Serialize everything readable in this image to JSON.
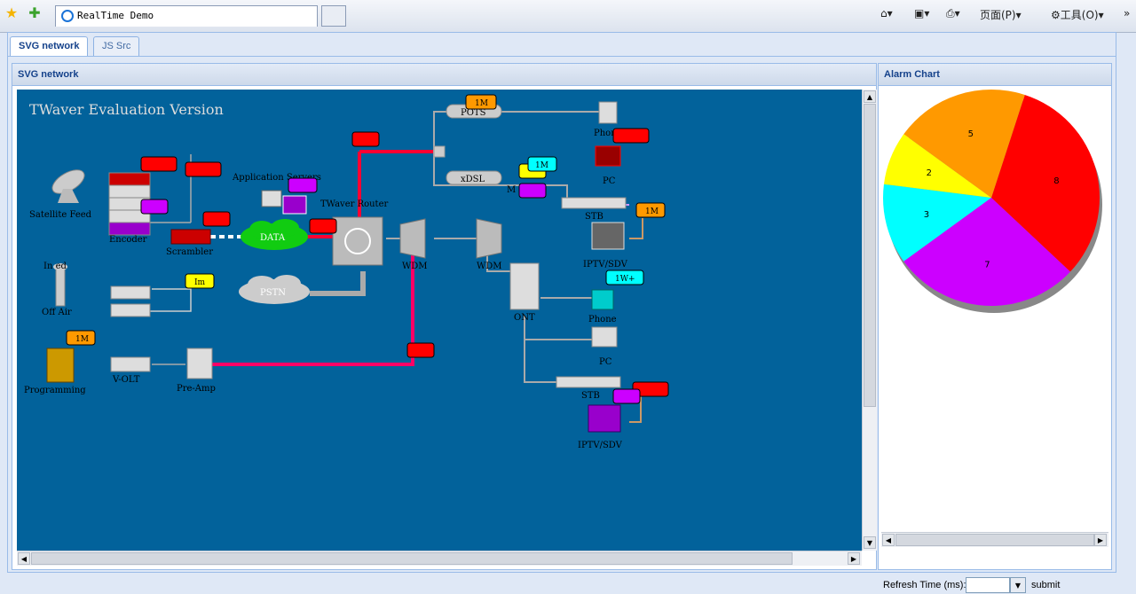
{
  "browser": {
    "tab_title": "RealTime Demo",
    "page_menu": "页面(P)",
    "tools_menu": "工具(O)",
    "overflow": "»"
  },
  "tabs": [
    {
      "label": "SVG network",
      "active": true
    },
    {
      "label": "JS Src",
      "active": false
    }
  ],
  "network_panel": {
    "title": "SVG network",
    "watermark": "TWaver Evaluation Version",
    "nodes": {
      "satellite": "Satellite Feed",
      "encoder": "Encoder",
      "scrambler": "Scrambler",
      "app_servers": "Application Servers",
      "router": "TWaver Router",
      "data_cloud": "DATA",
      "pstn_cloud": "PSTN",
      "off_air": "Off Air",
      "off_air_top": "In  ed",
      "programming": "Programming",
      "volt": "V-OLT",
      "preamp": "Pre-Amp",
      "pots": "POTS",
      "xdsl": "xDSL",
      "phone_top": "Phon",
      "pc_top": "PC",
      "stb_top": "STB",
      "iptv_top": "IPTV/SDV",
      "wdm1": "WDM",
      "wdm2": "WDM",
      "ont": "ONT",
      "phone2": "Phone",
      "pc2": "PC",
      "stb2": "STB",
      "iptv2": "IPTV/SDV",
      "mid_label": "M"
    },
    "alarm_tags": {
      "pots": "1M",
      "phone_pc": "1M",
      "stb_top": "1M",
      "off_air": "Im",
      "programming": "1M",
      "phone2": "1W+"
    }
  },
  "alarm_panel": {
    "title": "Alarm Chart",
    "refresh_label": "Refresh Time (ms):",
    "refresh_value": "",
    "submit_label": "submit"
  },
  "colors": {
    "critical": "#ff0000",
    "major": "#ff9900",
    "minor": "#ffff00",
    "warning": "#00ffff",
    "indeterminate": "#cc00ff",
    "canvas_bg": "#02629b"
  },
  "chart_data": {
    "type": "pie",
    "slices": [
      {
        "value": 8,
        "color": "#ff0000"
      },
      {
        "value": 7,
        "color": "#cc00ff"
      },
      {
        "value": 3,
        "color": "#00ffff"
      },
      {
        "value": 2,
        "color": "#ffff00"
      },
      {
        "value": 5,
        "color": "#ff9900"
      }
    ],
    "start_angle_deg": -72,
    "depth_effect": true
  }
}
